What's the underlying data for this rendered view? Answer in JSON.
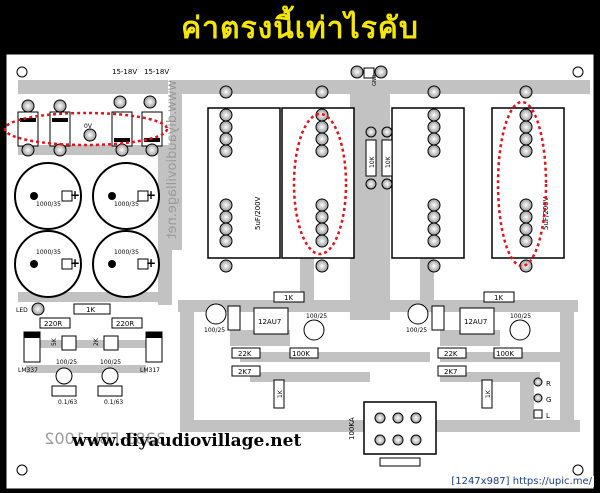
{
  "title": "ค่าตรงนี้เท่าไรคับ",
  "labels": {
    "volt_left": "15-18V",
    "volt_right": "15-18V",
    "zero_v": "0V",
    "gnd": "GND",
    "cap1": "1000/35",
    "cap2": "1000/35",
    "cap3": "1000/35",
    "cap4": "1000/35",
    "led": "LED",
    "r_1k_left": "1K",
    "r_220r_a": "220R",
    "r_220r_b": "220R",
    "lm337": "LM337",
    "lm317": "LM317",
    "r_5k": "5K",
    "r_2k": "2K",
    "c_100_25_a": "100/25",
    "c_100_25_b": "100/25",
    "c_01_63_a": "0.1/63",
    "c_01_63_b": "0.1/63",
    "film_left": "5uF/200V",
    "film_right": "5uF/200V",
    "r_10k_a": "10K",
    "r_10k_b": "10K",
    "r_1k_mid_l": "1K",
    "r_1k_mid_r": "1K",
    "c_100_25_c": "100/25",
    "c_100_25_d": "100/25",
    "c_100_25_e": "100/25",
    "c_100_25_f": "100/25",
    "tube_l": "12AU7",
    "tube_r": "12AU7",
    "r_22k_l": "22K",
    "r_22k_r": "22K",
    "r_100k_l": "100K",
    "r_100k_r": "100K",
    "r_2k7_l": "2K7",
    "r_2k7_r": "2K7",
    "r_1k_v_l": "1K",
    "r_1k_v_r": "1K",
    "pot": "100KA",
    "r": "R",
    "l": "L",
    "gnd_small": "G",
    "website_mirror": "www.diyaudiovillage.net",
    "website": "www.diyaudiovillage.net",
    "mirror_code": "3383-FBL-1002",
    "footer": "[1247x987] https://upic.me/"
  },
  "colors": {
    "board": "#ffffff",
    "copper": "#b9b9b9",
    "trace": "#d0d0d0",
    "ink": "#000000",
    "highlight": "#e0141e",
    "title": "#f5e600"
  }
}
